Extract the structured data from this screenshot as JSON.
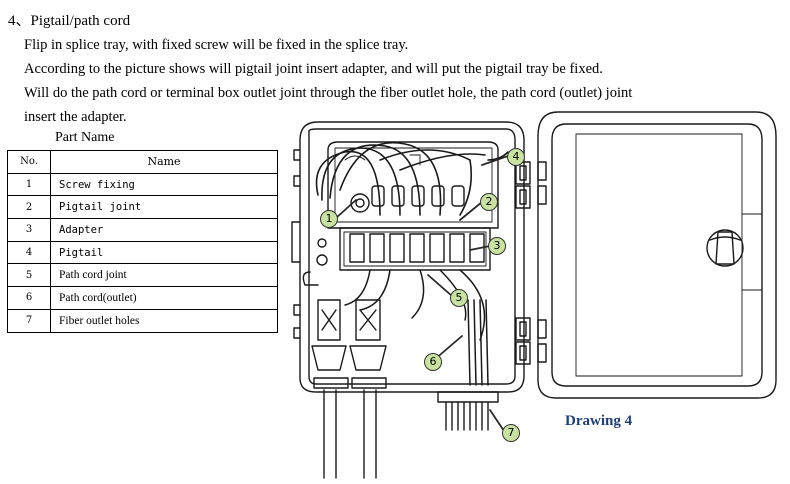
{
  "section": {
    "heading": "4、Pigtail/path cord",
    "para1": "Flip in splice tray, with fixed screw will be fixed in the splice tray.",
    "para2": "According to the picture shows will pigtail joint insert adapter, and will put the pigtail tray be fixed.",
    "para3": "Will do the path cord or terminal box outlet joint through the fiber outlet hole, the path cord (outlet) joint",
    "para3_cont": "insert the adapter."
  },
  "parts_table": {
    "title": "Part Name",
    "col_no": "No.",
    "col_name": "Name",
    "rows": [
      {
        "no": "1",
        "name": "Screw fixing"
      },
      {
        "no": "2",
        "name": "Pigtail joint"
      },
      {
        "no": "3",
        "name": "Adapter"
      },
      {
        "no": "4",
        "name": "Pigtail"
      },
      {
        "no": "5",
        "name": "Path cord joint"
      },
      {
        "no": "6",
        "name": "Path cord(outlet)"
      },
      {
        "no": "7",
        "name": "Fiber outlet holes"
      }
    ]
  },
  "drawing": {
    "caption": "Drawing 4",
    "callouts": [
      "1",
      "2",
      "3",
      "4",
      "5",
      "6",
      "7"
    ],
    "callout_fill": "#c8e2a0",
    "caption_color": "#1f3f7a"
  }
}
